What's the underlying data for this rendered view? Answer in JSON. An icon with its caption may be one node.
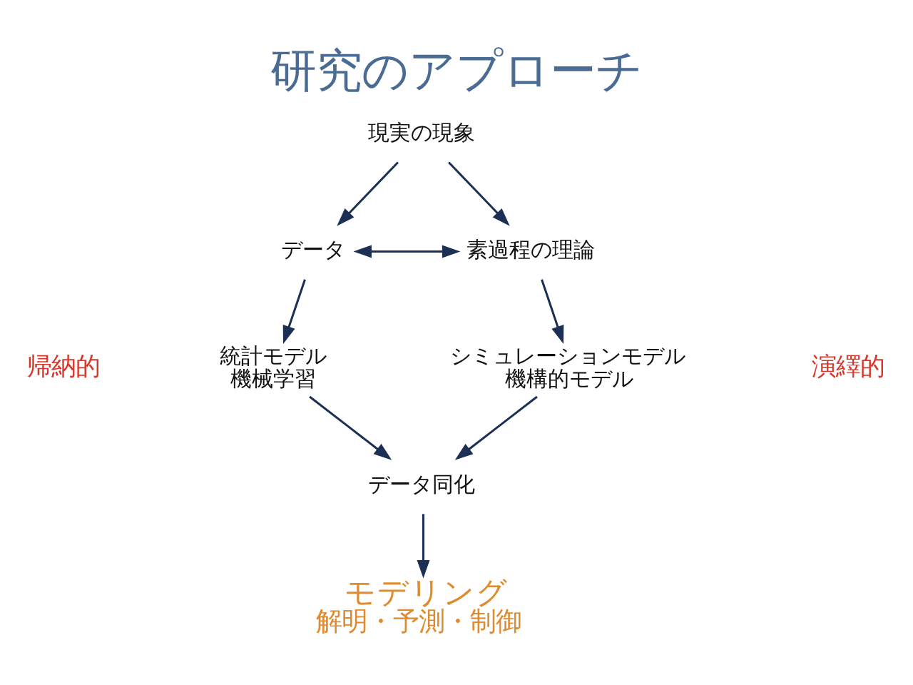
{
  "diagram": {
    "title": "研究のアプローチ",
    "nodes": [
      {
        "text": [
          "現実の現象"
        ]
      },
      {
        "text": [
          "データ"
        ]
      },
      {
        "text": [
          "素過程の理論"
        ]
      },
      {
        "text": [
          "統計モデル",
          "機械学習"
        ]
      },
      {
        "text": [
          "シミュレーションモデル",
          "機構的モデル"
        ]
      },
      {
        "text": [
          "データ同化"
        ]
      },
      {
        "text": [
          "モデリング",
          "解明・予測・制御"
        ]
      }
    ],
    "edges": [
      {
        "from": 0,
        "to": 1,
        "arrow": "to"
      },
      {
        "from": 0,
        "to": 2,
        "arrow": "to"
      },
      {
        "from": 1,
        "to": 2,
        "arrow": "both"
      },
      {
        "from": 1,
        "to": 3,
        "arrow": "to"
      },
      {
        "from": 2,
        "to": 4,
        "arrow": "to"
      },
      {
        "from": 3,
        "to": 5,
        "arrow": "to"
      },
      {
        "from": 4,
        "to": 5,
        "arrow": "to"
      },
      {
        "from": 5,
        "to": 6,
        "arrow": "to"
      }
    ],
    "labels": [
      "帰納的",
      "演繹的"
    ]
  }
}
